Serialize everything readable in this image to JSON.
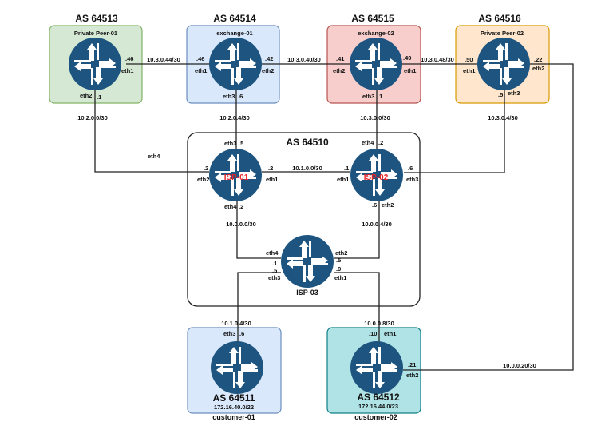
{
  "title": "BGP network topology",
  "colors": {
    "router": "#1d5580",
    "green_fill": "#d5e8d4",
    "green_stroke": "#82b366",
    "blue_fill": "#dae8fc",
    "blue_stroke": "#6c8ebf",
    "red_fill": "#f8cecc",
    "red_stroke": "#b85450",
    "orange_fill": "#ffe6cc",
    "orange_stroke": "#d79b00",
    "teal_fill": "#b0e3e6",
    "teal_stroke": "#0e8088",
    "isp_label": "#e8262a"
  },
  "as_boxes": {
    "as64513": {
      "asn": "AS 64513",
      "name": "Private Peer-01"
    },
    "as64514": {
      "asn": "AS 64514",
      "name": "exchange-01"
    },
    "as64515": {
      "asn": "AS 64515",
      "name": "exchange-02"
    },
    "as64516": {
      "asn": "AS 64516",
      "name": "Private Peer-02"
    },
    "as64510": {
      "asn": "AS 64510"
    },
    "as64511": {
      "asn": "AS 64511",
      "prefix": "172.16.40.0/22",
      "name": "customer-01"
    },
    "as64512": {
      "asn": "AS 64512",
      "prefix": "172.16.44.0/23",
      "name": "customer-02"
    }
  },
  "routers": {
    "isp01": {
      "name": "ISP-01"
    },
    "isp02": {
      "name": "ISP-02"
    },
    "isp03": {
      "name": "ISP-03"
    }
  },
  "subnets": {
    "pp1_ex1": "10.3.0.44/30",
    "ex1_ex2": "10.3.0.40/30",
    "ex2_pp2": "10.3.0.48/30",
    "pp1_isp1": "10.2.0.0/30",
    "ex1_isp1": "10.2.0.4/30",
    "ex2_isp2": "10.3.0.0/30",
    "pp2_isp2": "10.3.0.4/30",
    "isp1_isp2": "10.1.0.0/30",
    "isp1_isp3": "10.0.0.0/30",
    "isp2_isp3": "10.0.0.4/30",
    "isp3_cust1": "10.1.0.4/30",
    "isp3_cust2": "10.0.0.8/30",
    "pp2_cust2": "10.0.0.20/30"
  },
  "interfaces": {
    "pp1_eth1_ip": ".46",
    "pp1_eth1": "eth1",
    "pp1_eth2": "eth2",
    "pp1_eth2_ip": ".1",
    "ex1_eth1_ip": ".46",
    "ex1_eth1": "eth1",
    "ex1_eth2_ip": ".42",
    "ex1_eth2": "eth2",
    "ex1_eth3": "eth3",
    "ex1_eth3_ip": ".6",
    "ex2_eth2_ip": ".41",
    "ex2_eth2": "eth2",
    "ex2_eth1_ip": ".49",
    "ex2_eth1": "eth1",
    "ex2_eth3": "eth3",
    "ex2_eth3_ip": ".1",
    "pp2_eth1_ip": ".50",
    "pp2_eth1": "eth1",
    "pp2_eth2_ip": ".22",
    "pp2_eth2": "eth2",
    "pp2_eth3_ip": ".5",
    "pp2_eth3": "eth3",
    "isp1_eth3": "eth3",
    "isp1_eth3_ip": ".5",
    "isp1_eth2_ip": ".2",
    "isp1_eth2": "eth2",
    "isp1_eth1_ip": ".2",
    "isp1_eth1": "eth1",
    "isp1_eth4": "eth4",
    "isp1_eth4_ip": ".2",
    "isp1_eth4_left": "eth4",
    "isp2_eth4": "eth4",
    "isp2_eth4_ip": ".2",
    "isp2_eth1_ip": ".1",
    "isp2_eth1": "eth1",
    "isp2_eth3_ip": ".6",
    "isp2_eth3": "eth3",
    "isp2_eth2_ip": ".6",
    "isp2_eth2": "eth2",
    "isp3_eth4": "eth4",
    "isp3_eth4_ip": ".1",
    "isp3_eth3_ip": ".5",
    "isp3_eth3": "eth3",
    "isp3_eth2": "eth2",
    "isp3_eth2_ip": ".5",
    "isp3_eth1_ip": ".9",
    "isp3_eth1": "eth1",
    "c1_eth3": "eth3",
    "c1_eth3_ip": ".6",
    "c2_eth1_ip": ".10",
    "c2_eth1": "eth1",
    "c2_eth2_ip": ".21",
    "c2_eth2": "eth2"
  }
}
